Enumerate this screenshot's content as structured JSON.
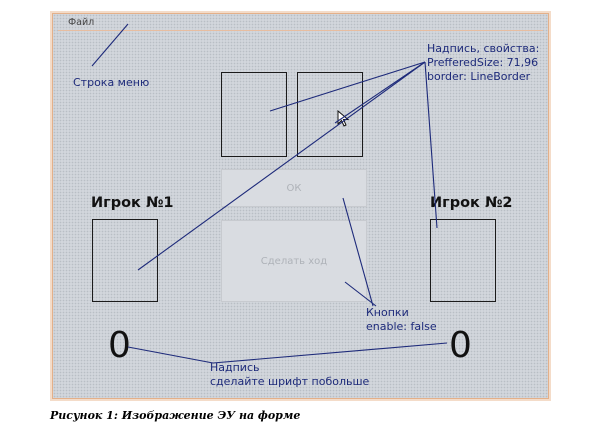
{
  "menubar": {
    "file_label": "Файл"
  },
  "players": {
    "one": "Игрок №1",
    "two": "Игрок №2"
  },
  "scores": {
    "one": "0",
    "two": "0"
  },
  "buttons": {
    "ok": "ОК",
    "move": "Сделать ход"
  },
  "annotations": {
    "menu_bar": "Строка меню",
    "label_props": [
      "Надпись, свойства:",
      "PrefferedSize: 71,96",
      "border: LineBorder"
    ],
    "buttons": [
      "Кнопки",
      "enable: false"
    ],
    "score": [
      "Надпись",
      "сделайте шрифт побольше"
    ]
  },
  "caption": "Рисунок 1: Изображение ЭУ на форме",
  "colors": {
    "annotation": "#1d2a7a",
    "window_border": "#e3b08a",
    "form_bg": "#d2d6dc"
  }
}
